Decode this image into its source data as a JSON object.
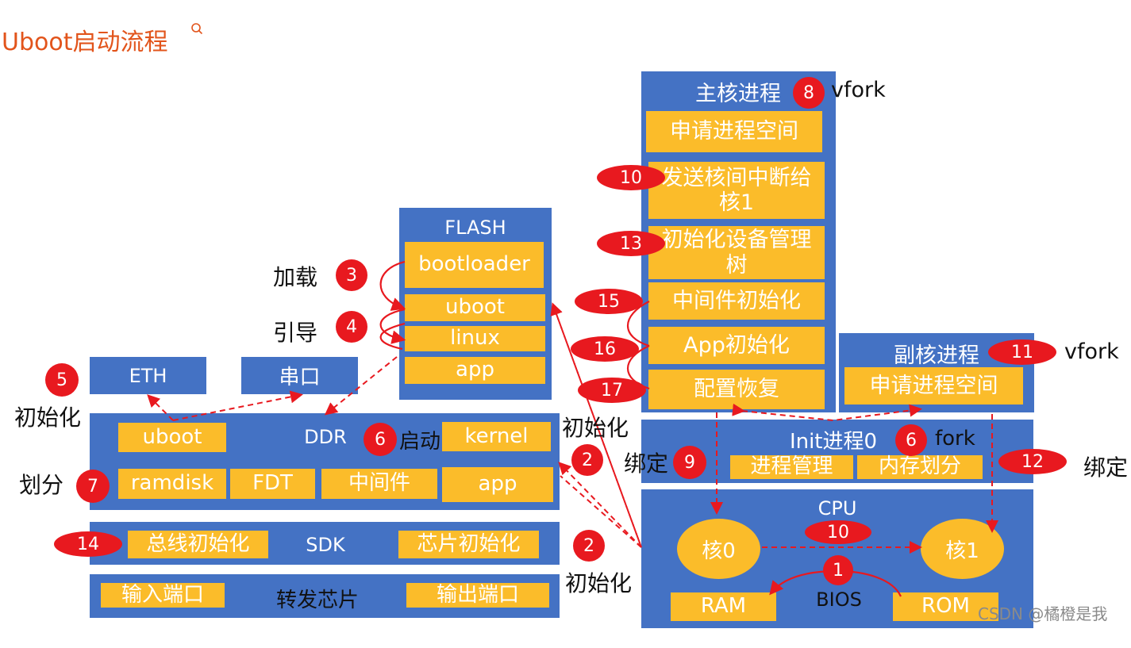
{
  "title": "Uboot启动流程",
  "watermark": "CSDN @橘橙是我",
  "flash": {
    "label": "FLASH",
    "items": [
      "bootloader",
      "uboot",
      "linux",
      "app"
    ]
  },
  "eth": "ETH",
  "serial": "串口",
  "ddr": {
    "label": "DDR",
    "start_label": "启动",
    "uboot": "uboot",
    "kernel": "kernel",
    "ramdisk": "ramdisk",
    "fdt": "FDT",
    "middleware": "中间件",
    "app": "app"
  },
  "sdk": {
    "label": "SDK",
    "bus_init": "总线初始化",
    "chip_init": "芯片初始化"
  },
  "forward": {
    "label": "转发芯片",
    "input": "输入端口",
    "output": "输出端口"
  },
  "main_proc": {
    "label": "主核进程",
    "fork": "vfork",
    "items": [
      "申请进程空间",
      "发送核间中断给核1",
      "初始化设备管理树",
      "中间件初始化",
      "App初始化",
      "配置恢复"
    ]
  },
  "sub_proc": {
    "label": "副核进程",
    "fork": "vfork",
    "item": "申请进程空间"
  },
  "init_proc": {
    "label": "Init进程0",
    "fork": "fork",
    "proc_mgmt": "进程管理",
    "mem_div": "内存划分"
  },
  "cpu": {
    "label": "CPU",
    "core0": "核0",
    "core1": "核1",
    "bios": "BIOS",
    "ram": "RAM",
    "rom": "ROM"
  },
  "labels": {
    "load": "加载",
    "boot": "引导",
    "init": "初始化",
    "divide": "划分",
    "bind": "绑定"
  },
  "steps": {
    "s1": "1",
    "s2": "2",
    "s3": "3",
    "s4": "4",
    "s5": "5",
    "s6": "6",
    "s7": "7",
    "s8": "8",
    "s9": "9",
    "s10": "10",
    "s11": "11",
    "s12": "12",
    "s13": "13",
    "s14": "14",
    "s15": "15",
    "s16": "16",
    "s17": "17"
  },
  "colors": {
    "block": "#4472c4",
    "box": "#fbbc2a",
    "badge": "#e8191f",
    "title": "#e2541b"
  }
}
